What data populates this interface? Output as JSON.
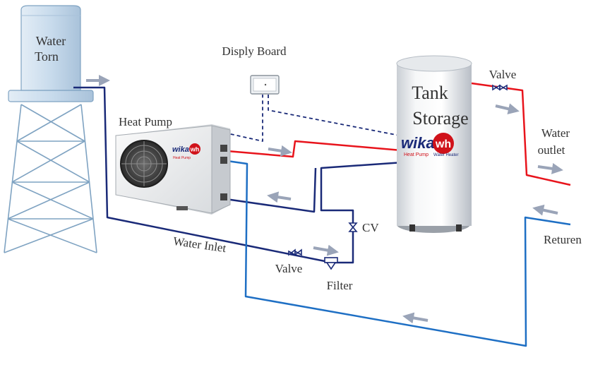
{
  "labels": {
    "water_tower": [
      "Water",
      "Torn"
    ],
    "display_board": "Disply Board",
    "heat_pump": "Heat Pump",
    "tank_storage": [
      "Tank",
      "Storage"
    ],
    "valve_top": "Valve",
    "water_outlet": [
      "Water",
      "outlet"
    ],
    "cv": "CV",
    "returen": "Returen",
    "water_inlet": "Water Inlet",
    "valve_bottom": "Valve",
    "filter": "Filter"
  },
  "brand": {
    "name": "wika",
    "badge": "wh",
    "tagline_pump": "Heat Pump",
    "tagline_tank": "Water Heater"
  },
  "colors": {
    "hot_pipe": "#e8141c",
    "cold_pipe": "#1a2a78",
    "return_pipe": "#1e6fc4",
    "signal_line": "#1a2a78",
    "flow_arrow": "#9aa4b8",
    "tank_fill": "#f4f6f8",
    "tower_fill": "#c9dced",
    "brand_red": "#d0121a"
  }
}
